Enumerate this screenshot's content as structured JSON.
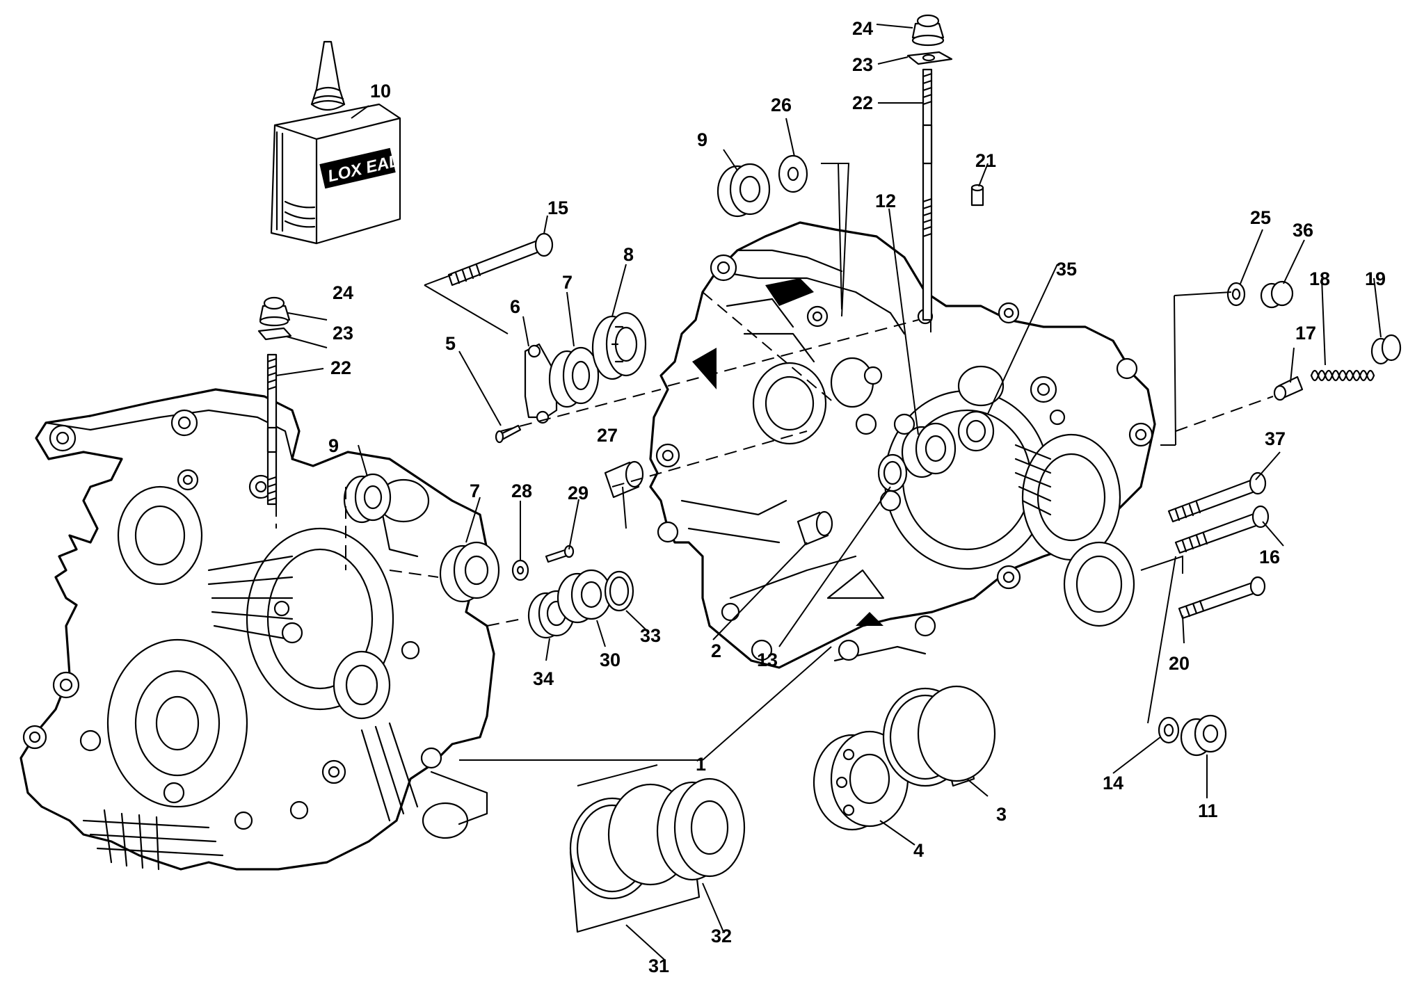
{
  "diagram": {
    "brand_label": "LOX EAL",
    "callouts": [
      "1",
      "2",
      "3",
      "4",
      "5",
      "6",
      "7",
      "8",
      "9",
      "10",
      "11",
      "12",
      "13",
      "14",
      "15",
      "16",
      "17",
      "18",
      "19",
      "20",
      "21",
      "22",
      "23",
      "24",
      "25",
      "26",
      "27",
      "28",
      "29",
      "30",
      "31",
      "32",
      "33",
      "34",
      "35",
      "36",
      "37"
    ]
  }
}
